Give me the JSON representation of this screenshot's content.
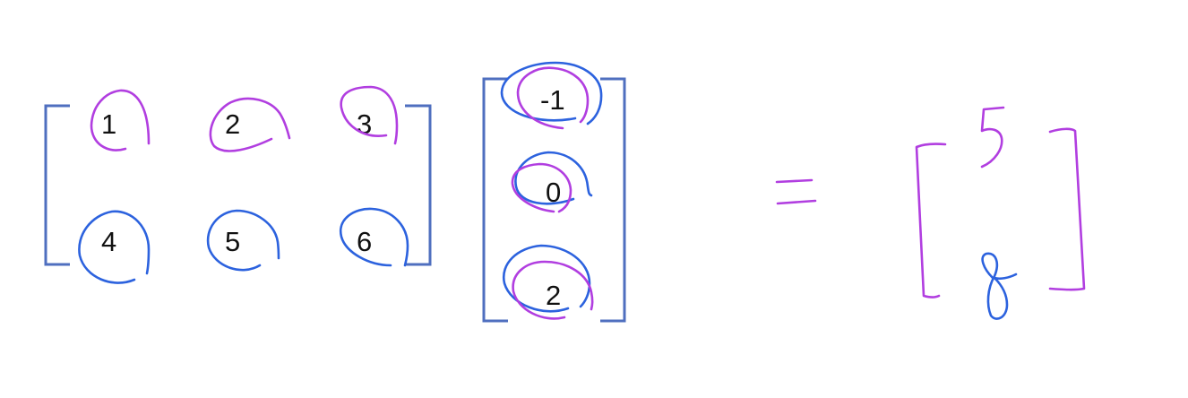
{
  "matrix": {
    "rows": [
      [
        "1",
        "2",
        "3"
      ],
      [
        "4",
        "5",
        "6"
      ]
    ]
  },
  "vector": [
    "-1",
    "0",
    "2"
  ],
  "equals": "=",
  "result": [
    "5",
    "8"
  ],
  "colors": {
    "row1_highlight": "#b13ee0",
    "row2_highlight": "#2c62de",
    "bracket": "#4f6fbf"
  }
}
